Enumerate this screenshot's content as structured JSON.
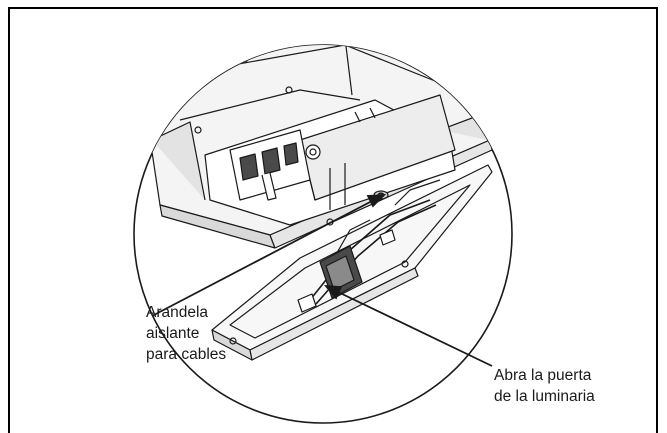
{
  "callouts": [
    {
      "lines": [
        "Arandela",
        "aislante",
        "para cables"
      ]
    },
    {
      "lines": [
        "Abra la puerta",
        "de la luminaria"
      ]
    }
  ],
  "colors": {
    "line": "#1a1a1a",
    "fill_light": "#f4f4f4",
    "fill_shade": "#d9d9d9",
    "fill_dark": "#4a4a4a"
  }
}
